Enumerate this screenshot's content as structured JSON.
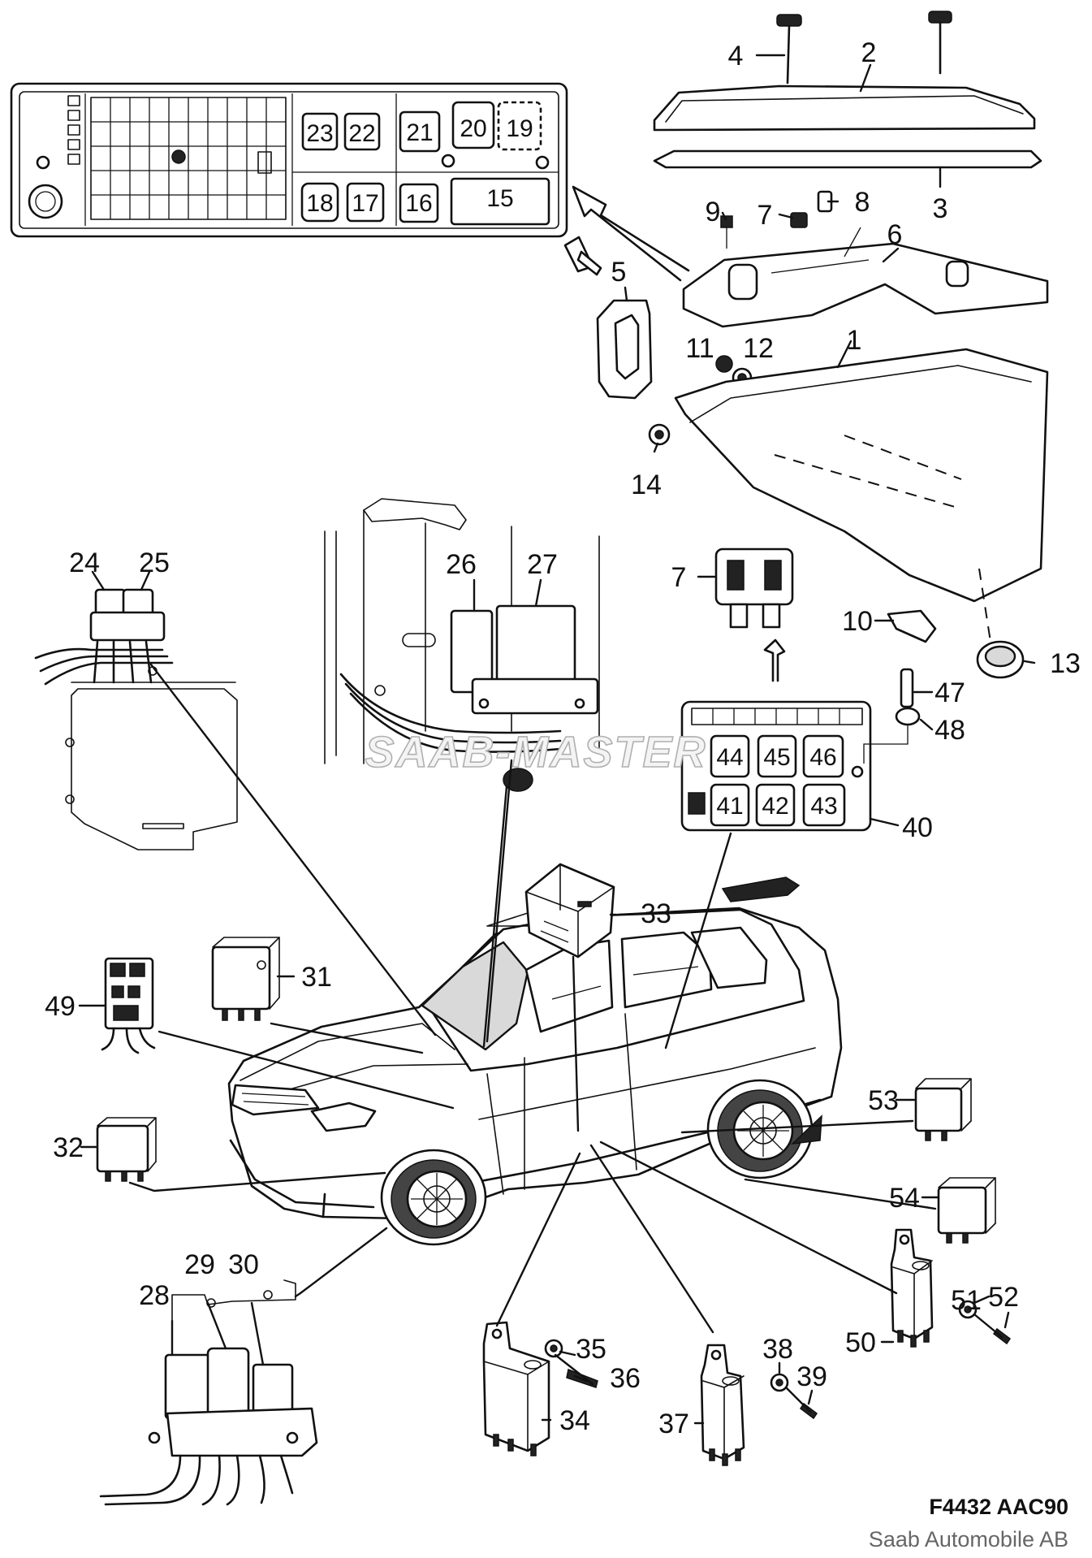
{
  "fuse_box_numbers": [
    "23",
    "22",
    "21",
    "20",
    "19",
    "18",
    "17",
    "16",
    "15"
  ],
  "relay_box_numbers": [
    "44",
    "45",
    "46",
    "41",
    "42",
    "43"
  ],
  "part_labels": [
    "1",
    "2",
    "3",
    "4",
    "5",
    "6",
    "7",
    "8",
    "9",
    "10",
    "11",
    "12",
    "13",
    "14",
    "24",
    "25",
    "26",
    "27",
    "7",
    "28",
    "29",
    "30",
    "31",
    "32",
    "33",
    "34",
    "35",
    "36",
    "37",
    "38",
    "39",
    "40",
    "47",
    "48",
    "49",
    "50",
    "51",
    "52",
    "53",
    "54"
  ],
  "watermark": "SAAB-MASTER",
  "figure_code": "F4432 AAC90",
  "copyright": "Saab Automobile AB"
}
